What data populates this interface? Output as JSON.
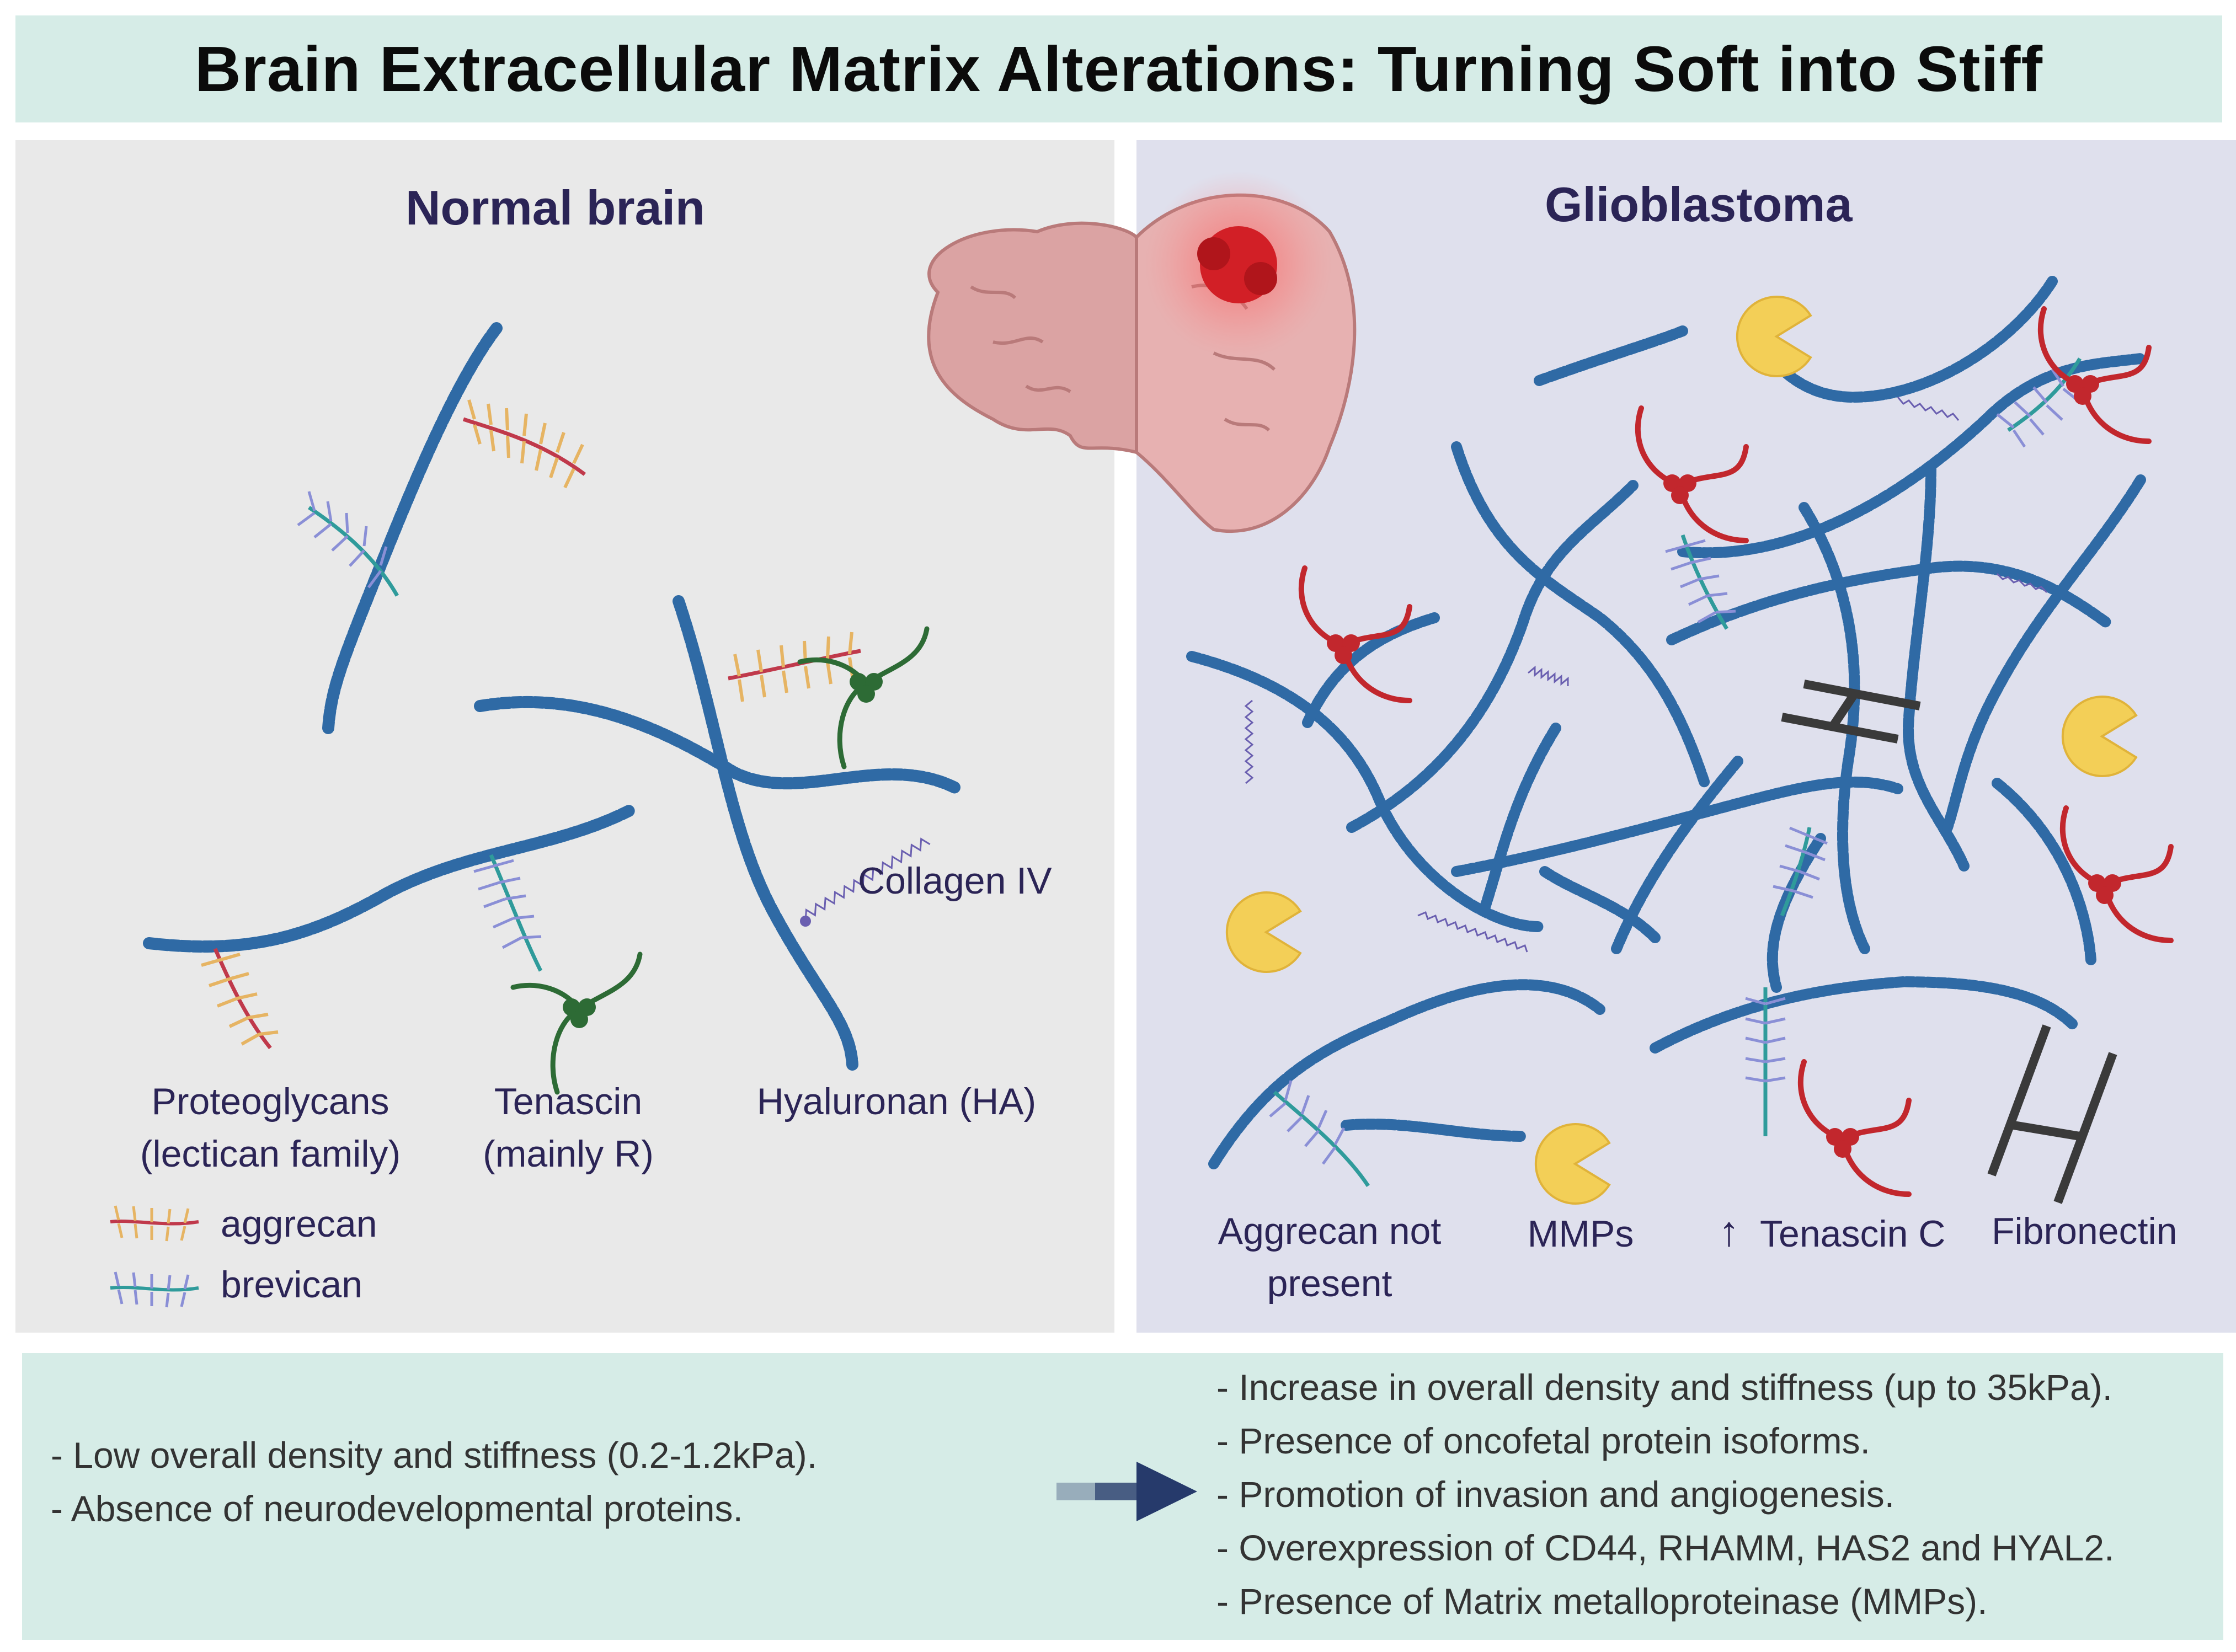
{
  "title": "Brain Extracellular Matrix Alterations: Turning Soft into Stiff",
  "normal": {
    "heading": "Normal brain",
    "collagen_label": "Collagen IV",
    "labels": {
      "proteoglycans_line1": "Proteoglycans",
      "proteoglycans_line2": "(lectican family)",
      "tenascin_line1": "Tenascin",
      "tenascin_line2": "(mainly R)",
      "hyaluronan": "Hyaluronan (HA)"
    },
    "legend": {
      "aggrecan": "aggrecan",
      "brevican": "brevican"
    }
  },
  "glioblastoma": {
    "heading": "Glioblastoma",
    "labels": {
      "aggrecan_line1": "Aggrecan not",
      "aggrecan_line2": "present",
      "mmps": "MMPs",
      "tenascin_arrow": "↑",
      "tenascin": "Tenascin C",
      "fibronectin": "Fibronectin"
    }
  },
  "summary": {
    "normal_points": [
      "- Low overall density and stiffness (0.2-1.2kPa).",
      "- Absence of neurodevelopmental proteins."
    ],
    "glioblastoma_points": [
      "- Increase in overall density and stiffness (up to 35kPa).",
      "- Presence of oncofetal protein isoforms.",
      "- Promotion of invasion and angiogenesis.",
      "- Overexpression of CD44, RHAMM, HAS2 and HYAL2.",
      "- Presence of Matrix metalloproteinase (MMPs)."
    ]
  },
  "colors": {
    "hyaluronan": "#2f6aa5",
    "aggrecan_core": "#c0394b",
    "aggrecan_side": "#e6b463",
    "brevican_core": "#2f9b9b",
    "brevican_side": "#8a8fd6",
    "tenascin_r": "#2d6b35",
    "tenascin_c": "#c2272d",
    "mmp": "#f3cf57",
    "fibronectin": "#3a3a3a",
    "tumor": "#d21f26",
    "brain": "#dba3a3"
  },
  "icons": [
    "brain-section",
    "tumor",
    "hyaluronan-chain",
    "aggrecan-molecule",
    "brevican-molecule",
    "tenascin-r",
    "tenascin-c",
    "mmp-pacman",
    "fibronectin",
    "collagen-iv",
    "arrow-right"
  ]
}
